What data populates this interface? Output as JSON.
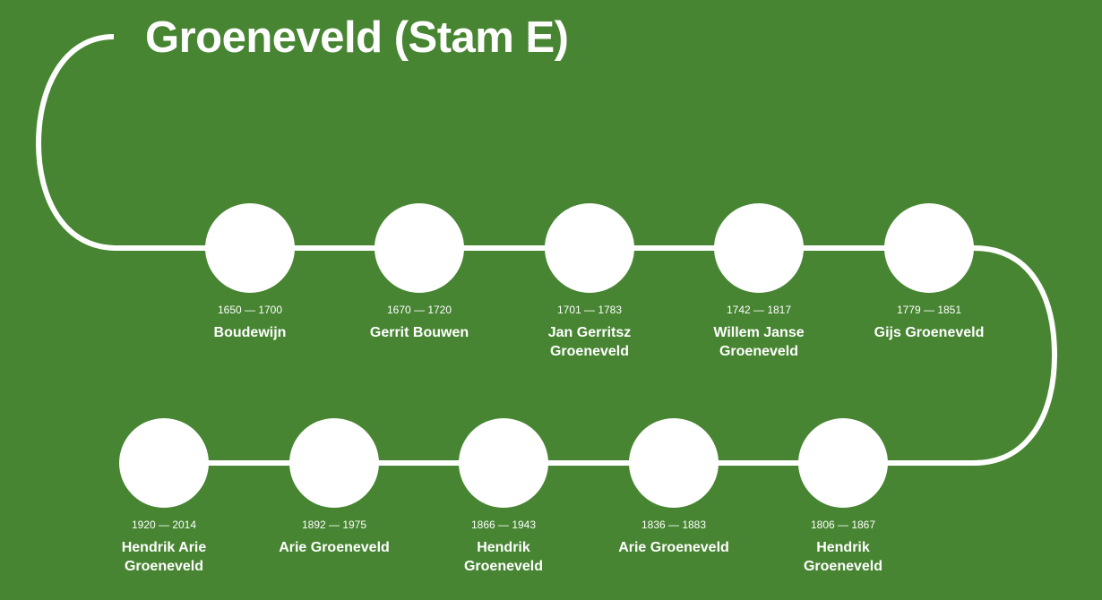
{
  "title": "Groeneveld (Stam E)",
  "accent_color": "#478532",
  "people": [
    {
      "dates": "1650 — 1700",
      "name": "Boudewijn"
    },
    {
      "dates": "1670 — 1720",
      "name": "Gerrit Bouwen"
    },
    {
      "dates": "1701 — 1783",
      "name": "Jan Gerritsz Groeneveld"
    },
    {
      "dates": "1742 — 1817",
      "name": "Willem Janse Groeneveld"
    },
    {
      "dates": "1779 — 1851",
      "name": "Gijs Groeneveld"
    },
    {
      "dates": "1806 — 1867",
      "name": "Hendrik Groeneveld"
    },
    {
      "dates": "1836 — 1883",
      "name": "Arie Groeneveld"
    },
    {
      "dates": "1866 — 1943",
      "name": "Hendrik Groeneveld"
    },
    {
      "dates": "1892 — 1975",
      "name": "Arie Groeneveld"
    },
    {
      "dates": "1920 — 2014",
      "name": "Hendrik Arie Groeneveld"
    }
  ]
}
